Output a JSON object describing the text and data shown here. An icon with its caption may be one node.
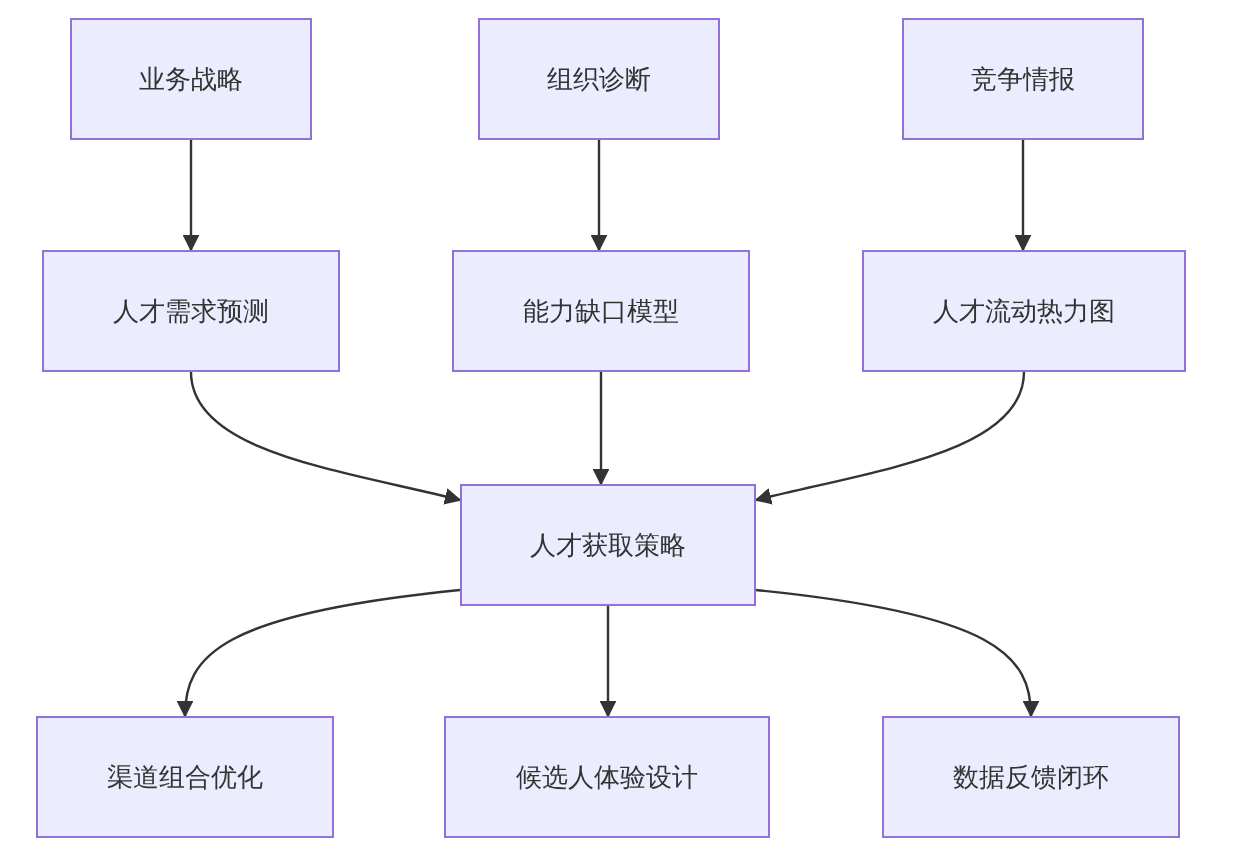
{
  "diagram": {
    "nodes": [
      {
        "text": [
          "业务战略"
        ]
      },
      {
        "text": [
          "组织诊断"
        ]
      },
      {
        "text": [
          "竞争情报"
        ]
      },
      {
        "text": [
          "人才需求预测"
        ]
      },
      {
        "text": [
          "能力缺口模型"
        ]
      },
      {
        "text": [
          "人才流动热力图"
        ]
      },
      {
        "text": [
          "人才获取策略"
        ]
      },
      {
        "text": [
          "渠道组合优化"
        ]
      },
      {
        "text": [
          "候选人体验设计"
        ]
      },
      {
        "text": [
          "数据反馈闭环"
        ]
      }
    ],
    "edges": [
      {
        "from": 0,
        "to": 3,
        "arrow": "to"
      },
      {
        "from": 1,
        "to": 4,
        "arrow": "to"
      },
      {
        "from": 2,
        "to": 5,
        "arrow": "to"
      },
      {
        "from": 3,
        "to": 6,
        "arrow": "to"
      },
      {
        "from": 4,
        "to": 6,
        "arrow": "to"
      },
      {
        "from": 5,
        "to": 6,
        "arrow": "to"
      },
      {
        "from": 6,
        "to": 7,
        "arrow": "to"
      },
      {
        "from": 6,
        "to": 8,
        "arrow": "to"
      },
      {
        "from": 6,
        "to": 9,
        "arrow": "to"
      }
    ]
  }
}
